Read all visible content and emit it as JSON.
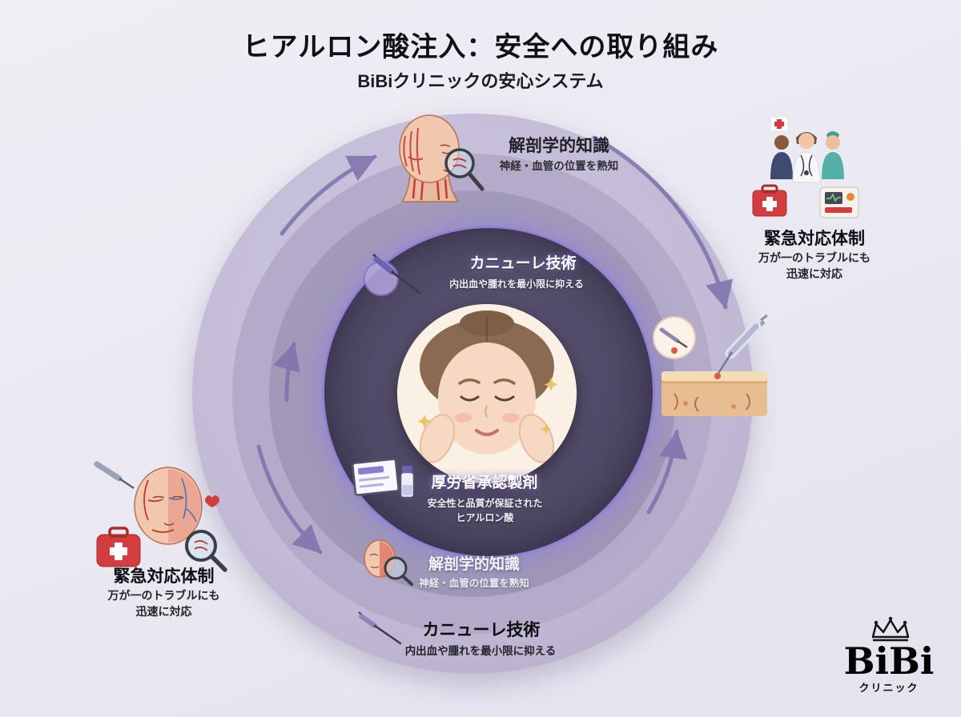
{
  "header": {
    "title": "ヒアルロン酸注入：安全への取り組み",
    "subtitle": "BiBiクリニックの安心システム"
  },
  "inner": {
    "cannula_title": "カニューレ技術",
    "cannula_desc": "内出血や腫れを最小限に抑える",
    "approved_title": "厚労省承認製剤",
    "approved_desc1": "安全性と品質が保証された",
    "approved_desc2": "ヒアルロン酸"
  },
  "ring": {
    "anatomy_top_title": "解剖学的知識",
    "anatomy_top_desc": "神経・血管の位置を熟知",
    "anatomy_bottom_title": "解剖学的知識",
    "anatomy_bottom_desc": "神経・血管の位置を熟知",
    "cannula_bottom_title": "カニューレ技術",
    "cannula_bottom_desc": "内出血や腫れを最小限に抑える"
  },
  "sides": {
    "emergency_right_title": "緊急対応体制",
    "emergency_right_desc1": "万が一のトラブルにも",
    "emergency_right_desc2": "迅速に対応",
    "emergency_left_title": "緊急対応体制",
    "emergency_left_desc1": "万が一のトラブルにも",
    "emergency_left_desc2": "迅速に対応"
  },
  "logo": {
    "name": "BiBi",
    "subtitle": "クリニック"
  },
  "icons": {
    "arrows": "circular-flow-arrows",
    "top": "anatomy-head-with-magnifier-icon",
    "right_top": "medical-team-emergency-kit-icon",
    "right_mid": "syringe-skin-crosssection-icon",
    "left_bottom": "anatomy-face-firstaid-magnifier-icon",
    "inner_left": "cannula-icon",
    "inner_bottom": "approved-product-box-vial-icon",
    "crown": "crown-icon"
  },
  "colors": {
    "accent_purple": "#7f74ad",
    "core_dark": "#4e4763",
    "emergency_red": "#d43d3d",
    "background": "#e9e8f1"
  }
}
